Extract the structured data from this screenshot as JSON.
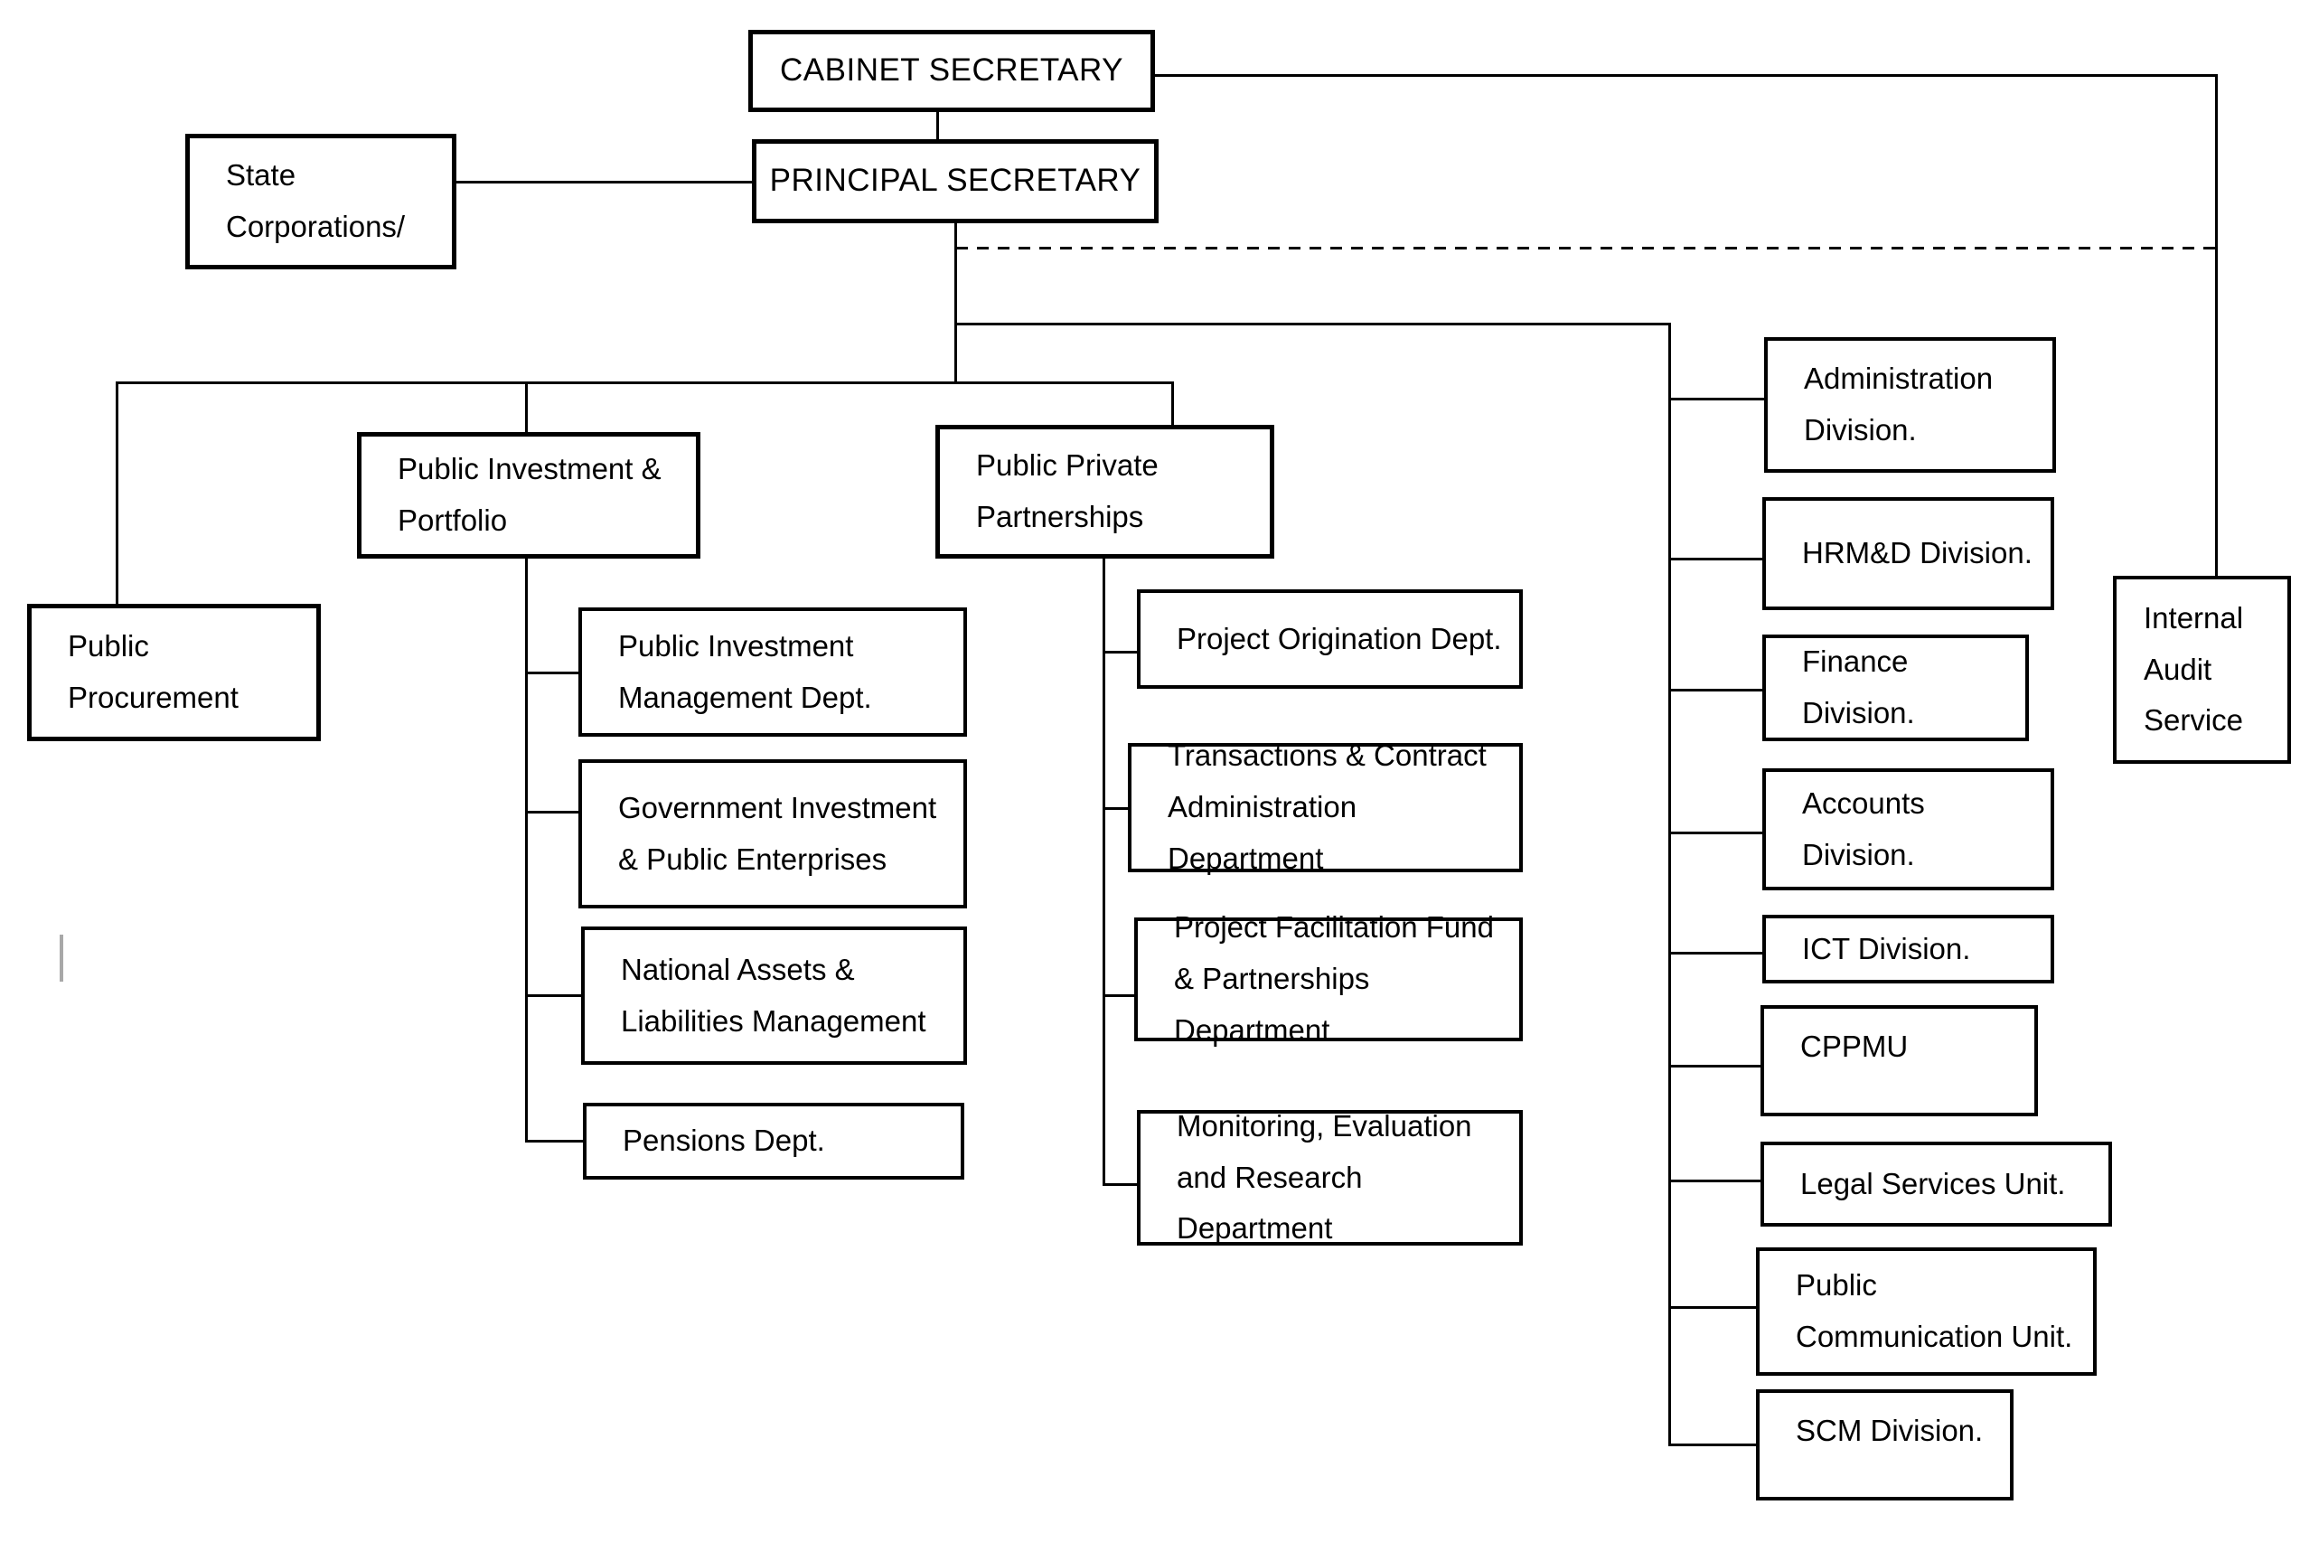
{
  "nodes": {
    "cabinet_secretary": {
      "label": "CABINET SECRETARY"
    },
    "principal_secretary": {
      "label": "PRINCIPAL SECRETARY"
    },
    "state_corporations": {
      "label": "State Corporations/"
    },
    "internal_audit": {
      "label": "Internal Audit Service"
    },
    "public_procurement": {
      "label": "Public Procurement"
    },
    "public_investment_portfolio": {
      "label": "Public Investment & Portfolio"
    },
    "public_private_partnerships": {
      "label": "Public Private Partnerships"
    },
    "pip_departments": [
      {
        "label": "Public Investment Management Dept."
      },
      {
        "label": "Government Investment & Public Enterprises"
      },
      {
        "label": "National Assets & Liabilities Management"
      },
      {
        "label": "Pensions Dept."
      }
    ],
    "ppp_departments": [
      {
        "label": "Project Origination Dept."
      },
      {
        "label": "Transactions & Contract Administration Department"
      },
      {
        "label": "Project Facilitation Fund & Partnerships Department"
      },
      {
        "label": "Monitoring, Evaluation and Research Department"
      }
    ],
    "ps_divisions": [
      {
        "label": "Administration Division."
      },
      {
        "label": "HRM&D Division."
      },
      {
        "label": "Finance Division."
      },
      {
        "label": "Accounts Division."
      },
      {
        "label": "ICT Division."
      },
      {
        "label": "CPPMU"
      },
      {
        "label": "Legal Services Unit."
      },
      {
        "label": "Public Communication Unit."
      },
      {
        "label": "SCM Division."
      }
    ]
  },
  "colors": {
    "background": "#ffffff",
    "box_fill": "#ffffff",
    "box_border": "#000000",
    "connector": "#000000",
    "stray_mark": "#a8a8a8"
  },
  "connector_styles": {
    "reporting_line": "solid",
    "delegation_line": "dashed"
  }
}
